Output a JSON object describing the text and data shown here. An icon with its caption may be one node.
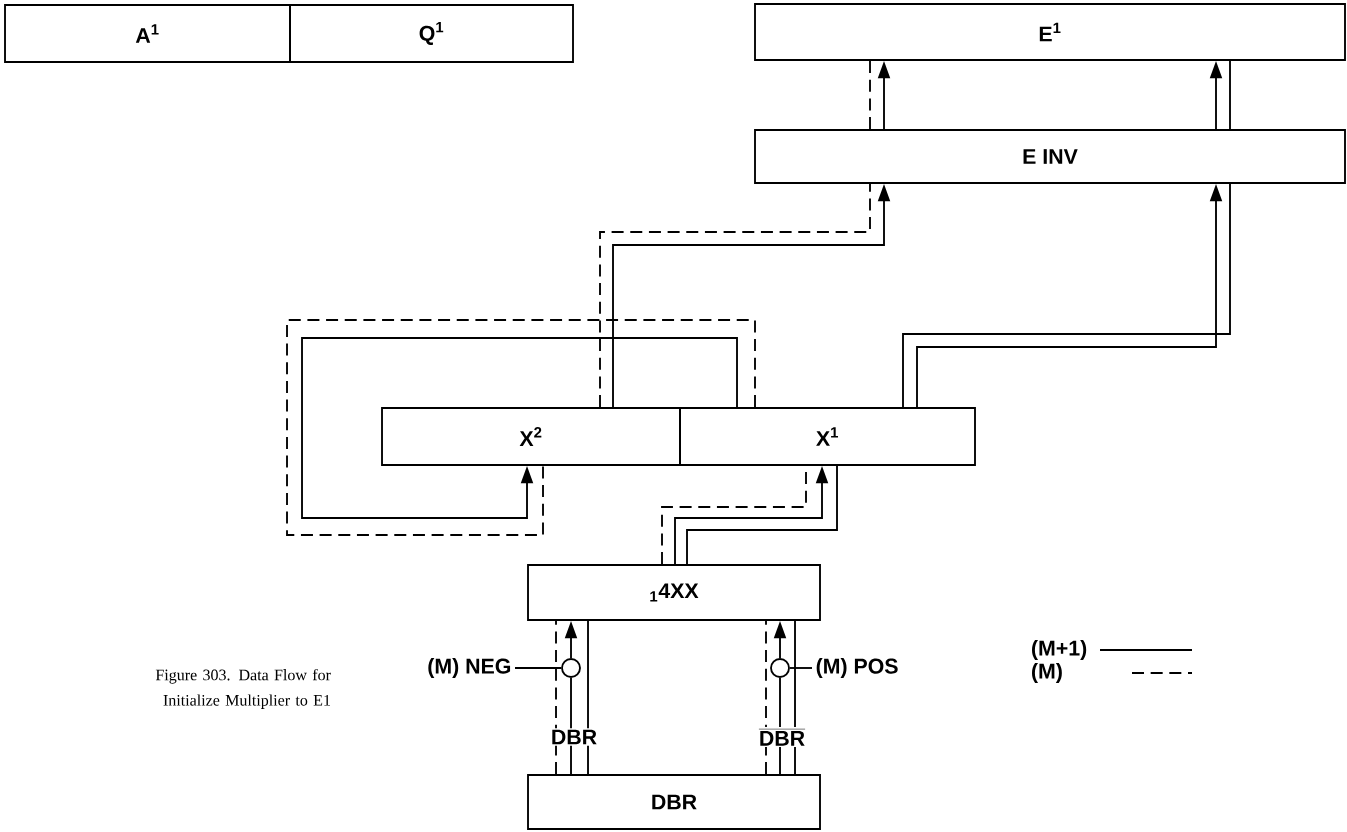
{
  "diagram": {
    "caption": "Figure 303. Data Flow for Initialize Multiplier to E1",
    "nodes": [
      {
        "text": [
          "A$^{1}$"
        ]
      },
      {
        "text": [
          "Q$^{1}$"
        ]
      },
      {
        "text": [
          "E$^{1}$"
        ]
      },
      {
        "text": [
          "E INV"
        ]
      },
      {
        "text": [
          "X$^{2}$"
        ]
      },
      {
        "text": [
          "X$^{1}$"
        ]
      },
      {
        "text": [
          "$_{1}$4XX"
        ]
      },
      {
        "text": [
          "DBR"
        ]
      },
      {
        "text": [],
        "shape": "circle"
      },
      {
        "text": [
          "(M) NEG"
        ]
      },
      {
        "text": [],
        "shape": "circle"
      },
      {
        "text": [
          "(M) POS"
        ]
      }
    ],
    "edges": [
      {
        "from": 3,
        "to": 2,
        "arrow": "none",
        "style": "dashed"
      },
      {
        "from": 3,
        "to": 2,
        "arrow": "to"
      },
      {
        "from": 3,
        "to": 2,
        "arrow": "to"
      },
      {
        "from": 3,
        "to": 2,
        "arrow": "none"
      },
      {
        "from": 4,
        "to": 3,
        "arrow": "none",
        "style": "dashed"
      },
      {
        "from": 4,
        "to": 3,
        "arrow": "to"
      },
      {
        "from": 5,
        "to": 3,
        "arrow": "to"
      },
      {
        "from": 5,
        "to": 3,
        "arrow": "none"
      },
      {
        "from": 5,
        "to": 4,
        "arrow": "to"
      },
      {
        "from": 5,
        "to": 4,
        "arrow": "none",
        "style": "dashed"
      },
      {
        "from": 6,
        "to": 5,
        "arrow": "none",
        "style": "dashed"
      },
      {
        "from": 6,
        "to": 5,
        "arrow": "to"
      },
      {
        "from": 6,
        "to": 5,
        "arrow": "none"
      },
      {
        "from": 7,
        "to": 6,
        "arrow": "none",
        "style": "dashed"
      },
      {
        "from": 7,
        "to": 8,
        "arrow": "none",
        "label": "DBR"
      },
      {
        "from": 8,
        "to": 6,
        "arrow": "to"
      },
      {
        "from": 7,
        "to": 6,
        "arrow": "none"
      },
      {
        "from": 9,
        "to": 8,
        "arrow": "none"
      },
      {
        "from": 7,
        "to": 6,
        "arrow": "none",
        "style": "dashed"
      },
      {
        "from": 7,
        "to": 10,
        "arrow": "none",
        "label": "DBR"
      },
      {
        "from": 10,
        "to": 6,
        "arrow": "to"
      },
      {
        "from": 7,
        "to": 6,
        "arrow": "none"
      },
      {
        "from": 11,
        "to": 10,
        "arrow": "none"
      }
    ],
    "legend": [
      {
        "text": "(M+1)"
      },
      {
        "text": "(M)"
      }
    ]
  }
}
